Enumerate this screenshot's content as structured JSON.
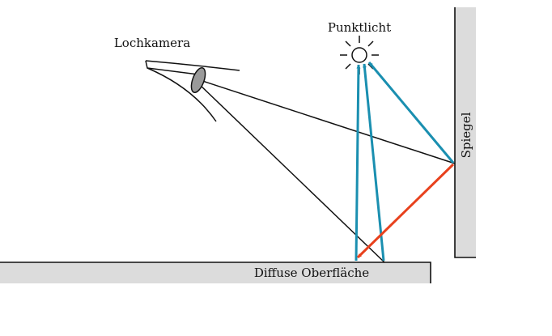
{
  "labels": {
    "camera": "Lochkamera",
    "light": "Punktlicht",
    "mirror": "Spiegel",
    "surface": "Diffuse Oberfläche"
  },
  "colors": {
    "surface_fill": "#dcdcdc",
    "outline": "#111111",
    "lens_fill": "#9a9a9a",
    "light_ray": "#1a8fb0",
    "reflected_ray": "#e8411d"
  },
  "icons": {
    "light": "sun-icon",
    "camera": "pinhole-camera-icon"
  }
}
